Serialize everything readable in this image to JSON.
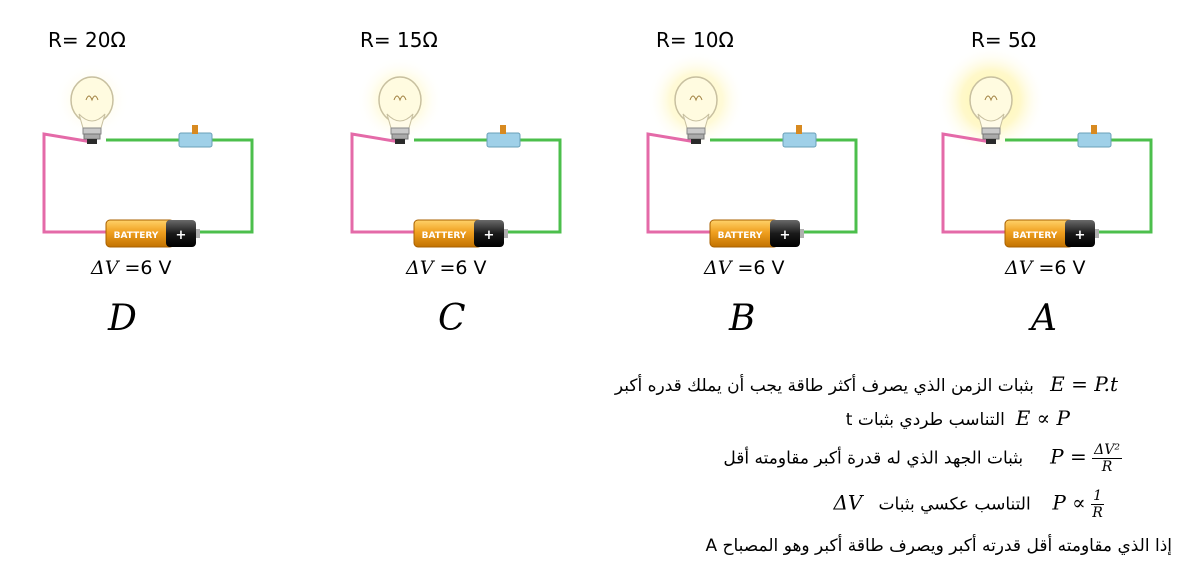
{
  "circuits": [
    {
      "resistance_label": "R= 20Ω",
      "voltage_var": "ΔV",
      "voltage_value": "=6 V",
      "letter": "D",
      "battery_text": "BATTERY",
      "battery_sign": "+",
      "glow": 0.25
    },
    {
      "resistance_label": "R= 15Ω",
      "voltage_var": "ΔV",
      "voltage_value": "=6 V",
      "letter": "C",
      "battery_text": "BATTERY",
      "battery_sign": "+",
      "glow": 0.5
    },
    {
      "resistance_label": "R= 10Ω",
      "voltage_var": "ΔV",
      "voltage_value": "=6 V",
      "letter": "B",
      "battery_text": "BATTERY",
      "battery_sign": "+",
      "glow": 0.75
    },
    {
      "resistance_label": "R= 5Ω",
      "voltage_var": "ΔV",
      "voltage_value": "=6 V",
      "letter": "A",
      "battery_text": "BATTERY",
      "battery_sign": "+",
      "glow": 1.0
    }
  ],
  "explanation": {
    "line1_eq": "E = P.t",
    "line1_text": "بثبات الزمن الذي يصرف أكثر طاقة يجب أن يملك قدره أكبر",
    "line2_eq": "E ∝ P",
    "line2_text": "التناسب طردي بثبات t",
    "line3_eq_left": "P =",
    "line3_num": "ΔV²",
    "line3_den": "R",
    "line3_text": "بثبات الجهد الذي له قدرة أكبر مقاومته أقل",
    "line4_eq_left": "P ∝",
    "line4_num": "1",
    "line4_den": "R",
    "line4_var": "ΔV",
    "line4_text": "التناسب عكسي بثبات",
    "line5_text": "إذا الذي مقاومته أقل قدرته أكبر ويصرف طاقة أكبر وهو المصباح A"
  }
}
